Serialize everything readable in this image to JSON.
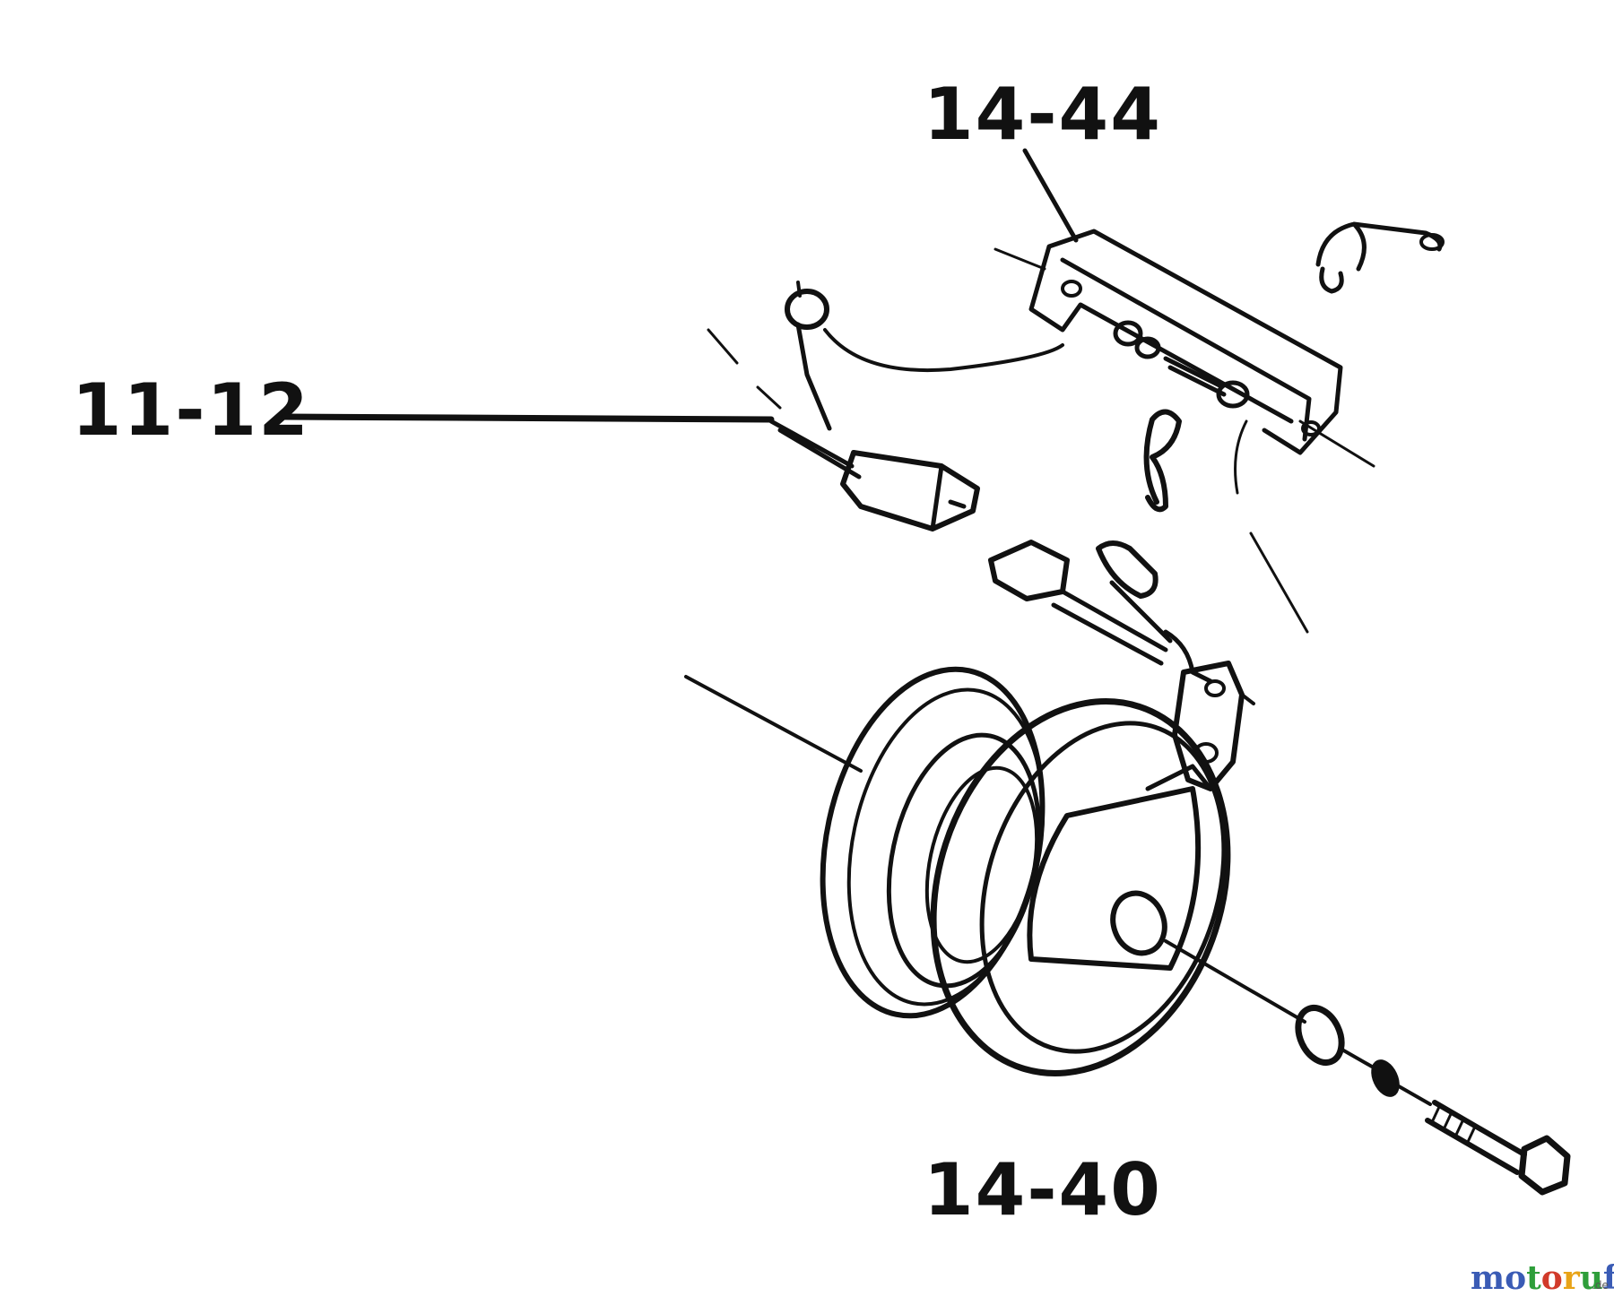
{
  "labels": {
    "upper_bracket": "14-44",
    "wire_harness": "11-12",
    "pulley_clutch": "14-40"
  },
  "watermark": {
    "letters": [
      "m",
      "o",
      "t",
      "o",
      "r",
      "u",
      "f"
    ],
    "domain_suffix": ".de",
    "colors": [
      "#3a5bb5",
      "#3a5bb5",
      "#2e9e3a",
      "#d13a2a",
      "#e8a317",
      "#2e9e3a",
      "#3a5bb5"
    ],
    "suffix_color": "#555555"
  },
  "colors": {
    "ink": "#111111",
    "background": "#ffffff"
  }
}
